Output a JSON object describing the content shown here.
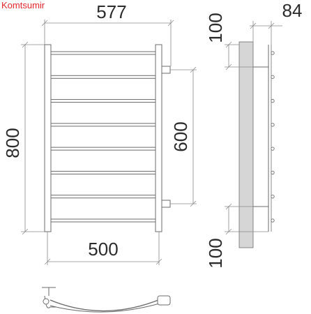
{
  "brand": {
    "name": "Komtsumir",
    "color": "#e3262b"
  },
  "dimensions": {
    "overall_width": "577",
    "depth": "84",
    "height": "800",
    "center_distance_vertical": "600",
    "center_distance_horizontal": "500",
    "top_offset": "100",
    "bottom_offset": "100"
  },
  "colors": {
    "line": "#6b6b6b",
    "dim_line": "#8a8a8a",
    "text": "#2b2b2b",
    "wall": "#d6d6d6"
  },
  "rail": {
    "rung_count": 8
  }
}
